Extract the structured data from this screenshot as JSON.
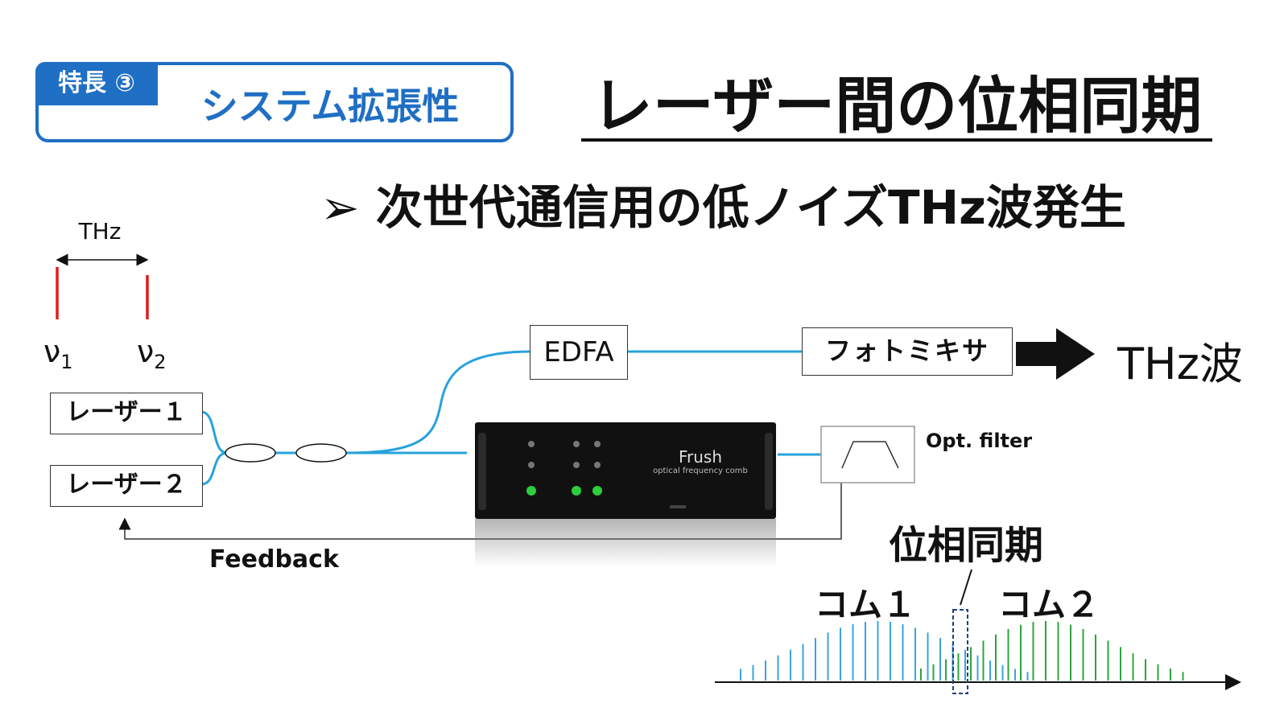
{
  "badge": {
    "tag": "特長 ③",
    "text": "システム拡張性"
  },
  "title": "レーザー間の位相同期",
  "bullet": "➢ 次世代通信用の低ノイズTHz波発生",
  "spectrum_top": {
    "label": "THz",
    "nu1": "ν",
    "nu1_sub": "1",
    "nu2": "ν",
    "nu2_sub": "2"
  },
  "lasers": {
    "laser1": "レーザー１",
    "laser2": "レーザー２"
  },
  "edfa": "EDFA",
  "photomixer": "フォトミキサ",
  "output": "THz波",
  "device": {
    "name": "Frush",
    "subtitle": "optical frequency comb"
  },
  "filter": "Opt. filter",
  "feedback": "Feedback",
  "comb": {
    "lock_label": "位相同期",
    "comb1": "コム１",
    "comb2": "コム２"
  },
  "colors": {
    "accent": "#1f6fc4",
    "fiber": "#27a3dc",
    "comb1": "#3ba3e0",
    "comb2": "#2ea33c",
    "lines": "#e01b1b"
  }
}
